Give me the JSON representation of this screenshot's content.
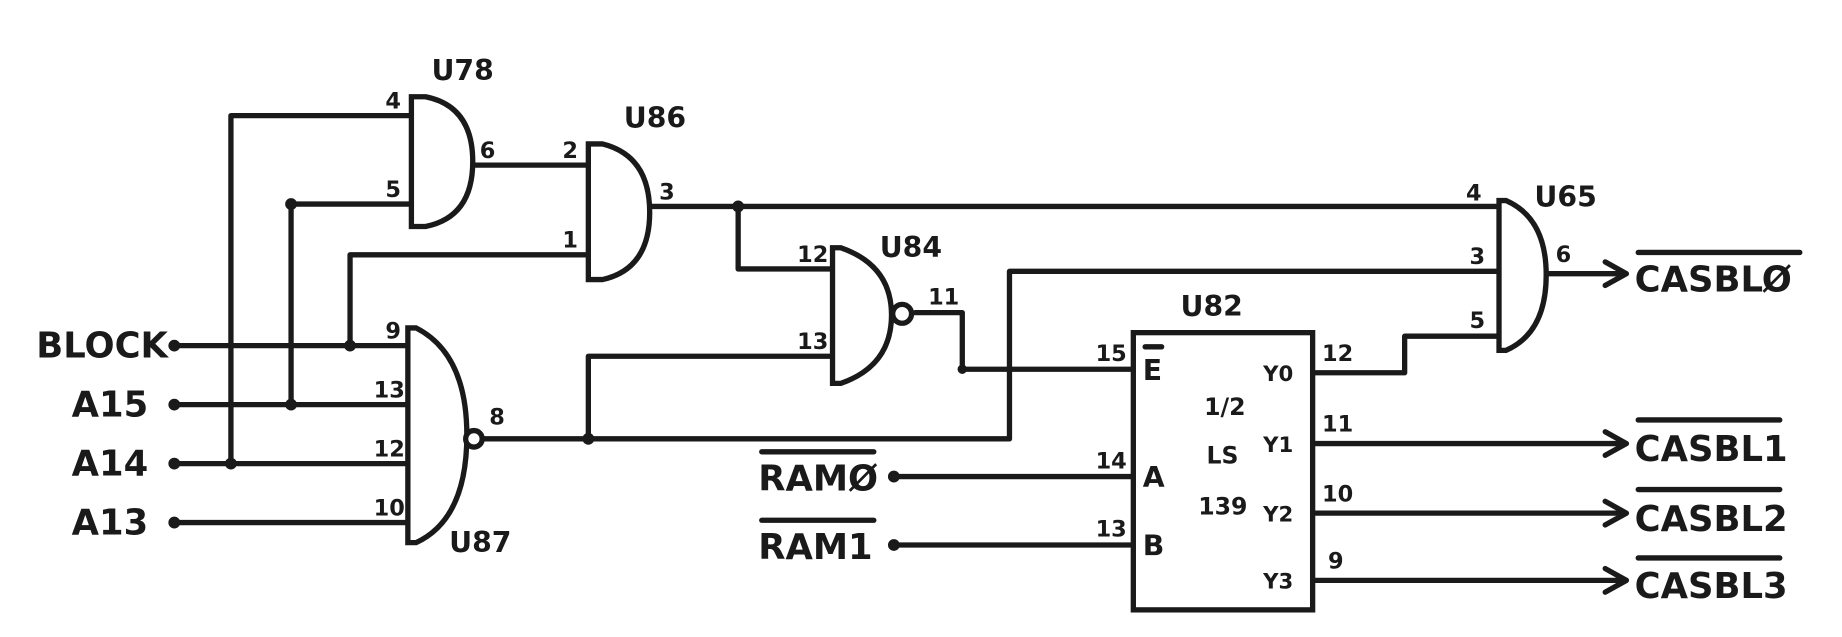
{
  "title": "CAS block decode schematic",
  "components": {
    "u78": {
      "ref": "U78",
      "pins": {
        "in_a": "4",
        "in_b": "5",
        "out": "6"
      }
    },
    "u86": {
      "ref": "U86",
      "pins": {
        "in_a": "2",
        "in_b": "1",
        "out": "3"
      }
    },
    "u87": {
      "ref": "U87",
      "pins": {
        "in_a": "9",
        "in_b": "13",
        "in_c": "12",
        "in_d": "10",
        "out": "8"
      }
    },
    "u84": {
      "ref": "U84",
      "pins": {
        "in_a": "12",
        "in_b": "13",
        "out": "11"
      }
    },
    "u65": {
      "ref": "U65",
      "pins": {
        "in_a": "4",
        "in_b": "3",
        "in_c": "5",
        "out": "6"
      }
    },
    "u82": {
      "ref": "U82",
      "part_line1": "1/2",
      "part_line2": "LS",
      "part_line3": "139",
      "pins": {
        "e": "15",
        "a": "14",
        "b": "13",
        "y0": "12",
        "y1": "11",
        "y2": "10",
        "y3": "9"
      },
      "pin_labels": {
        "e": "E",
        "a": "A",
        "b": "B",
        "y0": "Y0",
        "y1": "Y1",
        "y2": "Y2",
        "y3": "Y3"
      }
    }
  },
  "inputs": [
    "BLOCK",
    "A15",
    "A14",
    "A13"
  ],
  "ram_inputs": [
    "RAMØ",
    "RAM1"
  ],
  "outputs": [
    "CASBLØ",
    "CASBL1",
    "CASBL2",
    "CASBL3"
  ]
}
